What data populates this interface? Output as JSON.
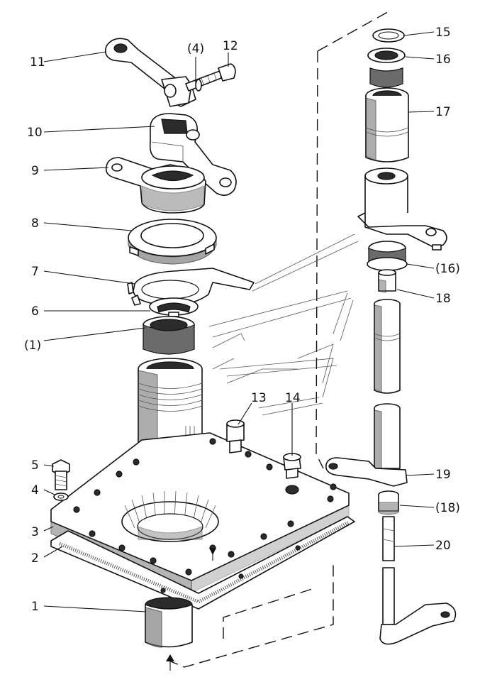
{
  "labels": {
    "l1": "1",
    "l2": "2",
    "l3": "3",
    "l4": "4",
    "l5": "5",
    "l6": "6",
    "l7": "7",
    "l8": "8",
    "l9": "9",
    "l10": "10",
    "l11": "11",
    "l12": "12",
    "l13": "13",
    "l14": "14",
    "l15": "15",
    "l16": "16",
    "l17": "17",
    "l18": "18",
    "l19": "19",
    "l20": "20",
    "l_4p": "(4)",
    "l_1p": "(1)",
    "l_16p": "(16)",
    "l_18p": "(18)"
  },
  "colors": {
    "ink": "#111111",
    "shade": "#6b6b6b",
    "paper": "#ffffff"
  }
}
